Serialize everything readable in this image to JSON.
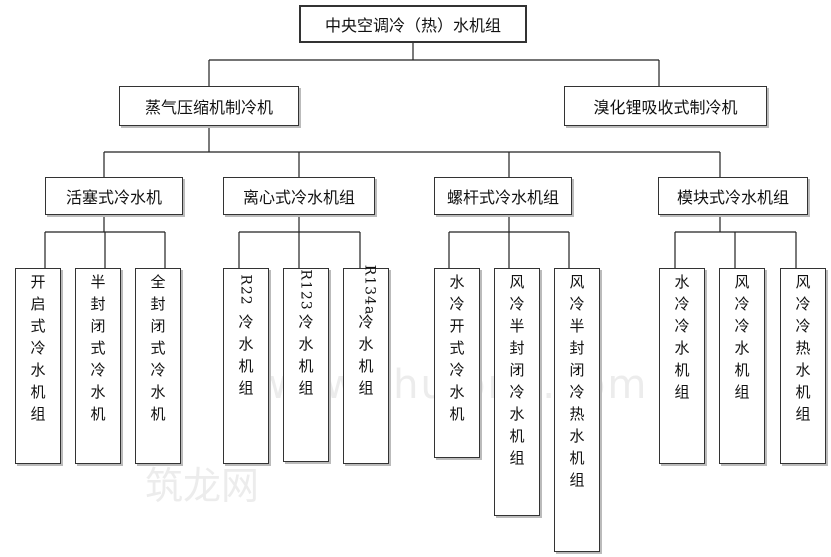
{
  "root": "中央空调冷（热）水机组",
  "level1": [
    "蒸气压缩机制冷机",
    "溴化锂吸收式制冷机"
  ],
  "level2": [
    "活塞式冷水机",
    "离心式冷水机组",
    "螺杆式冷水机组",
    "模块式冷水机组"
  ],
  "leaves": [
    {
      "chars": [
        "开",
        "启",
        "式",
        "冷",
        "水",
        "机",
        "组"
      ]
    },
    {
      "chars": [
        "半",
        "封",
        "闭",
        "式",
        "冷",
        "水",
        "机"
      ]
    },
    {
      "chars": [
        "全",
        "封",
        "闭",
        "式",
        "冷",
        "水",
        "机"
      ]
    },
    {
      "prefix": "R22",
      "chars": [
        "冷",
        "水",
        "机",
        "组"
      ]
    },
    {
      "prefix": "R123",
      "chars": [
        "冷",
        "水",
        "机",
        "组"
      ]
    },
    {
      "prefix": "R134a",
      "chars": [
        "冷",
        "水",
        "机",
        "组"
      ]
    },
    {
      "chars": [
        "水",
        "冷",
        "开",
        "式",
        "冷",
        "水",
        "机"
      ]
    },
    {
      "chars": [
        "风",
        "冷",
        "半",
        "封",
        "闭",
        "冷",
        "水",
        "机",
        "组"
      ]
    },
    {
      "chars": [
        "风",
        "冷",
        "半",
        "封",
        "闭",
        "冷",
        "热",
        "水",
        "机",
        "组"
      ]
    },
    {
      "chars": [
        "水",
        "冷",
        "冷",
        "水",
        "机",
        "组"
      ]
    },
    {
      "chars": [
        "风",
        "冷",
        "冷",
        "水",
        "机",
        "组"
      ]
    },
    {
      "chars": [
        "风",
        "冷",
        "冷",
        "热",
        "水",
        "机",
        "组"
      ]
    }
  ],
  "watermark": {
    "url": "www.zhulong.com",
    "logo": "筑龙网"
  }
}
